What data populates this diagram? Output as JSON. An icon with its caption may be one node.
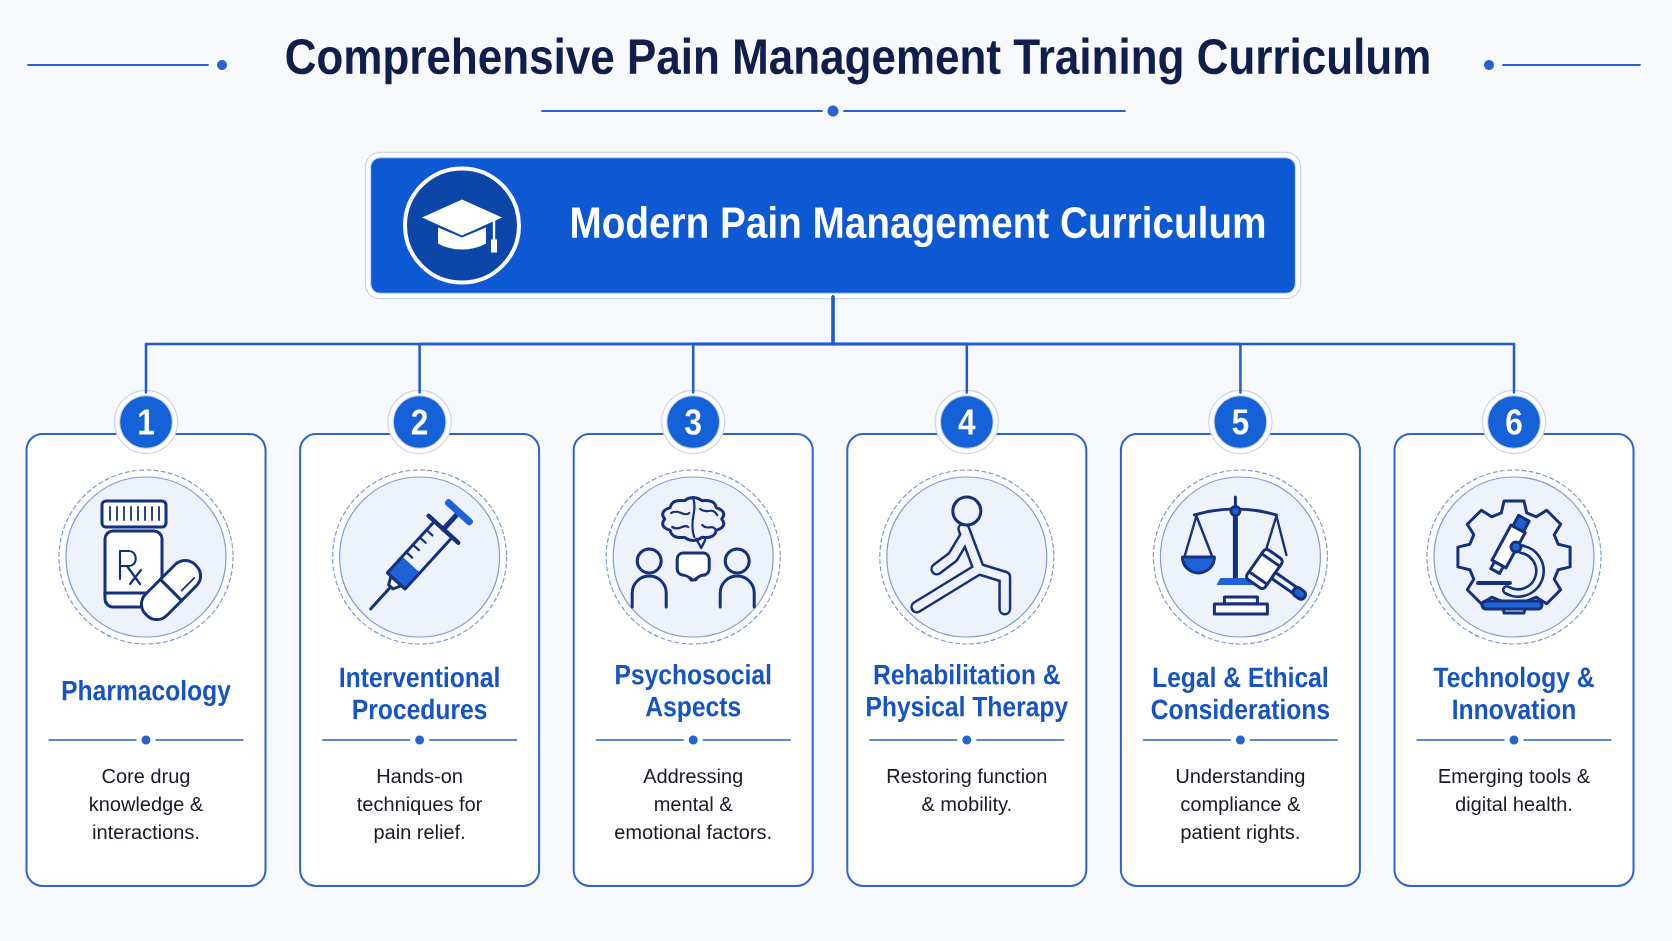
{
  "diagram": {
    "title": "Comprehensive Pain Management Training Curriculum",
    "nodes": [
      {
        "text": [
          "Modern Pain Management Curriculum"
        ]
      },
      {
        "text": [
          "1"
        ]
      },
      {
        "text": [
          "2"
        ]
      },
      {
        "text": [
          "3"
        ]
      },
      {
        "text": [
          "4"
        ]
      },
      {
        "text": [
          "5"
        ]
      },
      {
        "text": [
          "6"
        ]
      },
      {
        "text": [
          "Pharmacology",
          "Core drug knowledge & interactions."
        ]
      },
      {
        "text": [
          "Interventional Procedures",
          "Hands-on techniques for pain relief."
        ]
      },
      {
        "text": [
          "Psychosocial Aspects",
          "Addressing mental & emotional factors."
        ]
      },
      {
        "text": [
          "Rehabilitation & Physical Therapy",
          "Restoring function & mobility."
        ]
      },
      {
        "text": [
          "Legal & Ethical Considerations",
          "Understanding compliance & patient rights."
        ]
      },
      {
        "text": [
          "Technology & Innovation",
          "Emerging tools & digital health."
        ]
      }
    ],
    "edges": [
      {
        "from": 0,
        "to": 1,
        "arrow": "none"
      },
      {
        "from": 0,
        "to": 2,
        "arrow": "none"
      },
      {
        "from": 0,
        "to": 3,
        "arrow": "none"
      },
      {
        "from": 0,
        "to": 4,
        "arrow": "none"
      },
      {
        "from": 0,
        "to": 5,
        "arrow": "none"
      },
      {
        "from": 0,
        "to": 6,
        "arrow": "none"
      }
    ]
  }
}
